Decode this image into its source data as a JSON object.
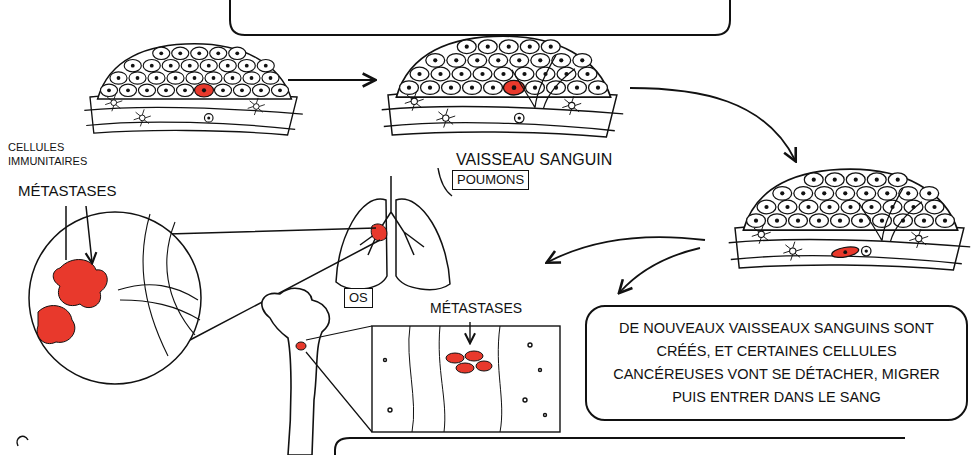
{
  "diagram": {
    "nodes": [
      {
        "text": [
          "POUMONS"
        ]
      },
      {
        "text": [
          "OS"
        ]
      },
      {
        "text": [
          "DE NOUVEAUX VAISSEAUX SANGUINS SONT CRÉÉS, ET CERTAINES CELLULES CANCÉREUSES VONT SE DÉTACHER, MIGRER PUIS ENTRER DANS LE SANG"
        ]
      }
    ],
    "labels": [
      "CELLULES IMMUNITAIRES",
      "VAISSEAU SANGUIN",
      "MÉTASTASES",
      "MÉTASTASES"
    ]
  }
}
